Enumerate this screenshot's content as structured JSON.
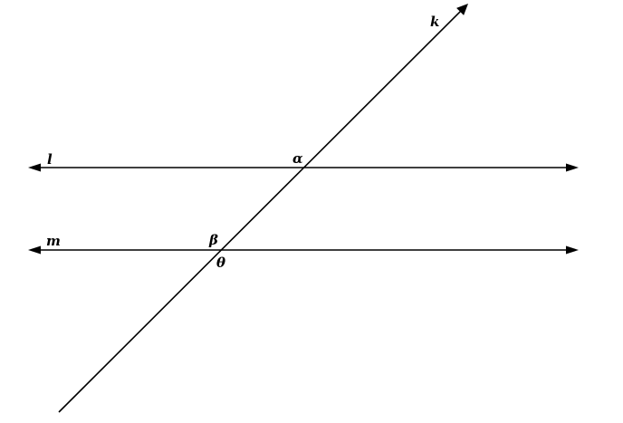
{
  "lines": {
    "l": {
      "label": "l"
    },
    "m": {
      "label": "m"
    },
    "k": {
      "label": "k"
    }
  },
  "angles": {
    "alpha": "α",
    "beta": "β",
    "theta": "θ"
  }
}
